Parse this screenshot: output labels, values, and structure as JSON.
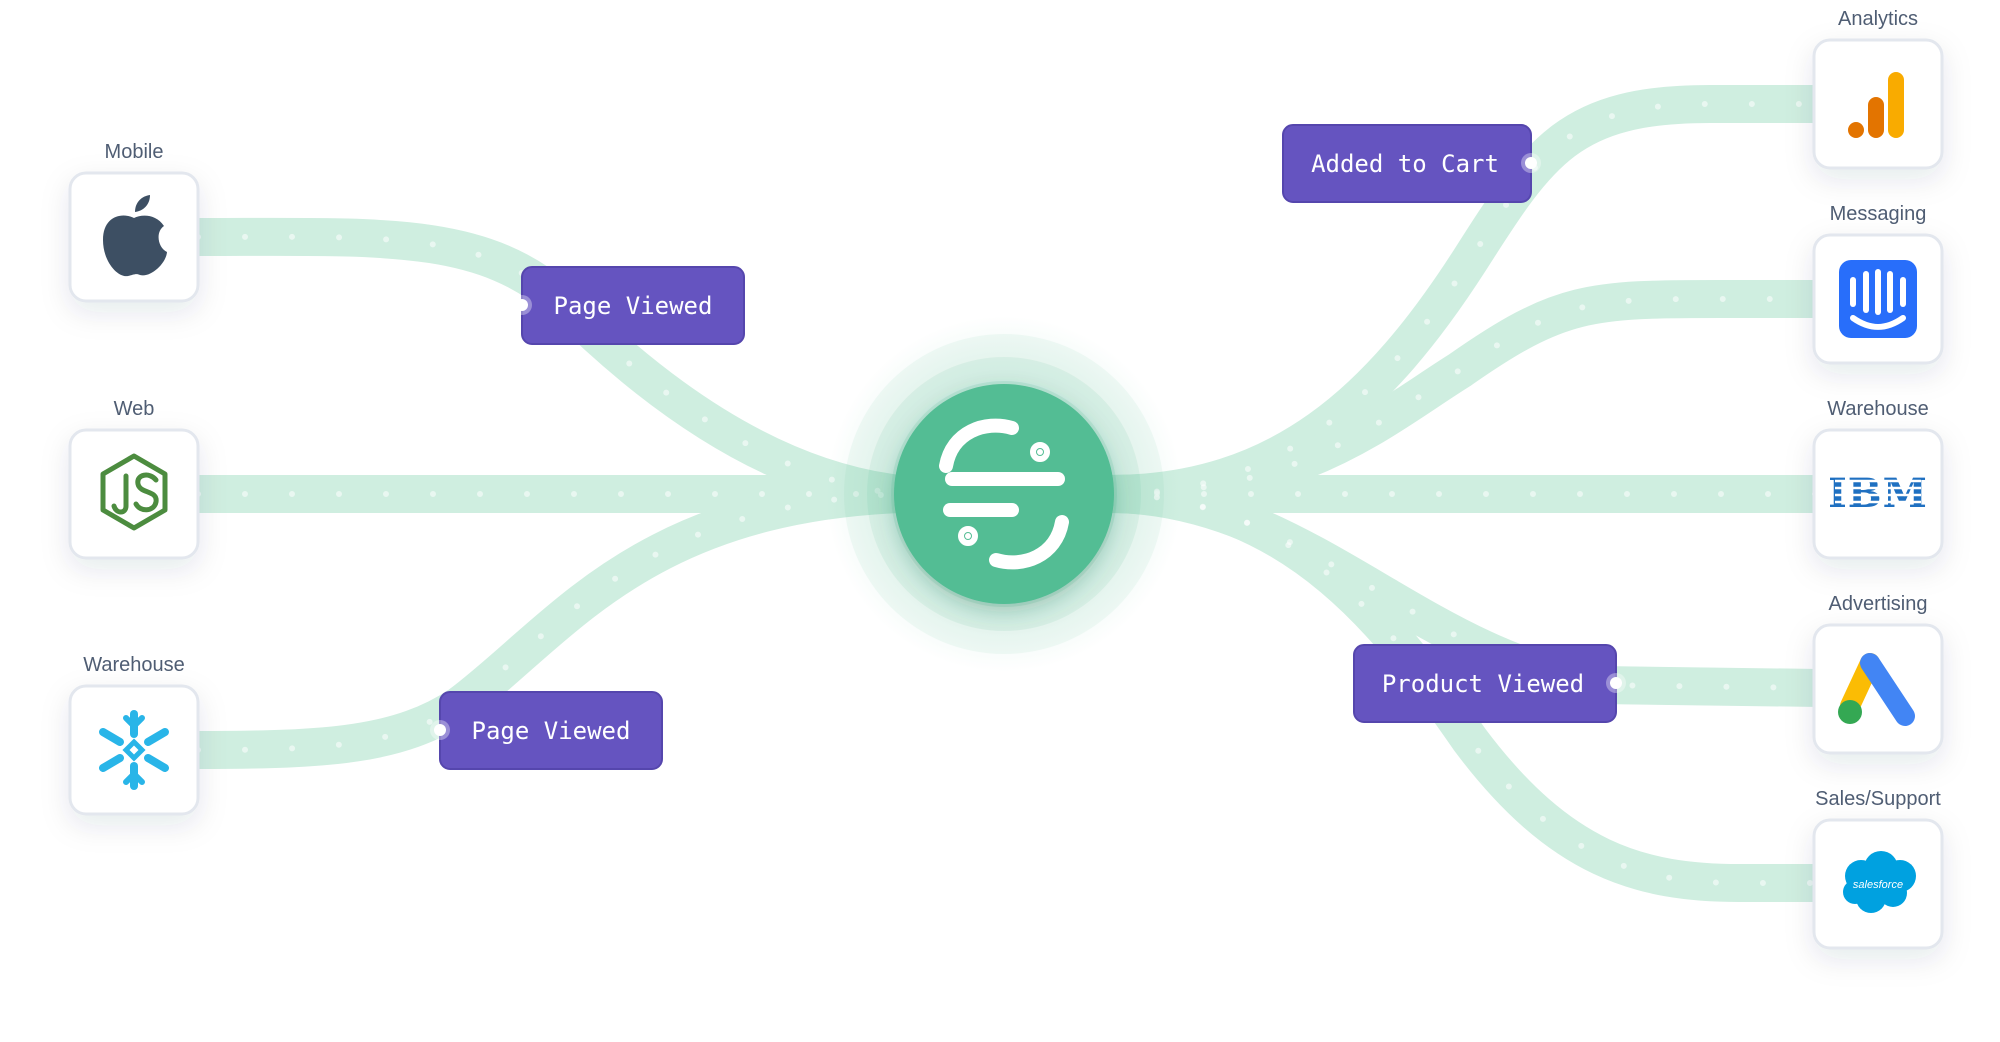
{
  "hub": {
    "icon": "segment-logo-icon",
    "color": "#52bd94"
  },
  "colors": {
    "flow": "#cfeee0",
    "event_badge": "#6554c0",
    "card_border": "#e3e7ee"
  },
  "sources": [
    {
      "label": "Mobile",
      "icon": "apple-icon"
    },
    {
      "label": "Web",
      "icon": "nodejs-icon"
    },
    {
      "label": "Warehouse",
      "icon": "snowflake-icon"
    }
  ],
  "destinations": [
    {
      "label": "Analytics",
      "icon": "google-analytics-icon"
    },
    {
      "label": "Messaging",
      "icon": "intercom-icon"
    },
    {
      "label": "Warehouse",
      "icon": "ibm-icon",
      "logo_text": "IBM"
    },
    {
      "label": "Advertising",
      "icon": "google-ads-icon"
    },
    {
      "label": "Sales/Support",
      "icon": "salesforce-icon",
      "logo_text": "salesforce"
    }
  ],
  "events": [
    {
      "label": "Page Viewed",
      "stream": "mobile"
    },
    {
      "label": "Page Viewed",
      "stream": "warehouse"
    },
    {
      "label": "Added to Cart",
      "stream": "analytics"
    },
    {
      "label": "Product Viewed",
      "stream": "advertising"
    }
  ]
}
